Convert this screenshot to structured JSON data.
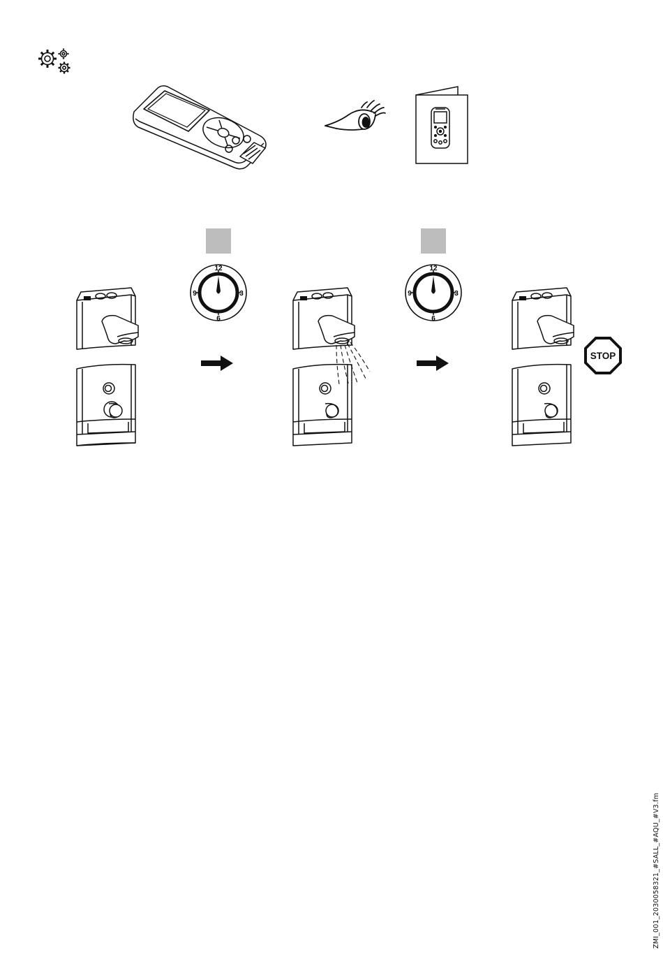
{
  "settings": {
    "icon": "gears-icon"
  },
  "top_row": {
    "remote": {
      "icon": "remote-control-icon"
    },
    "eye": {
      "icon": "eye-icon"
    },
    "manual": {
      "icon": "manual-booklet-icon"
    }
  },
  "steps": [
    {
      "panel": "shower-unit-idle",
      "icon": "shower-unit-icon"
    },
    {
      "timer": {
        "labels": {
          "top": "12",
          "right": "3",
          "bottom": "6",
          "left": "9"
        }
      },
      "arrow": "arrow-right-icon"
    },
    {
      "panel": "shower-unit-flowing",
      "icon": "shower-unit-icon"
    },
    {
      "timer": {
        "labels": {
          "top": "12",
          "right": "3",
          "bottom": "6",
          "left": "9"
        }
      },
      "arrow": "arrow-right-icon"
    },
    {
      "panel": "shower-unit-stopped",
      "icon": "shower-unit-icon"
    }
  ],
  "stop_sign": {
    "label": "STOP"
  },
  "side_label": "ZMI_001_2030058321_#SALL_#AQU_#V3.fm"
}
